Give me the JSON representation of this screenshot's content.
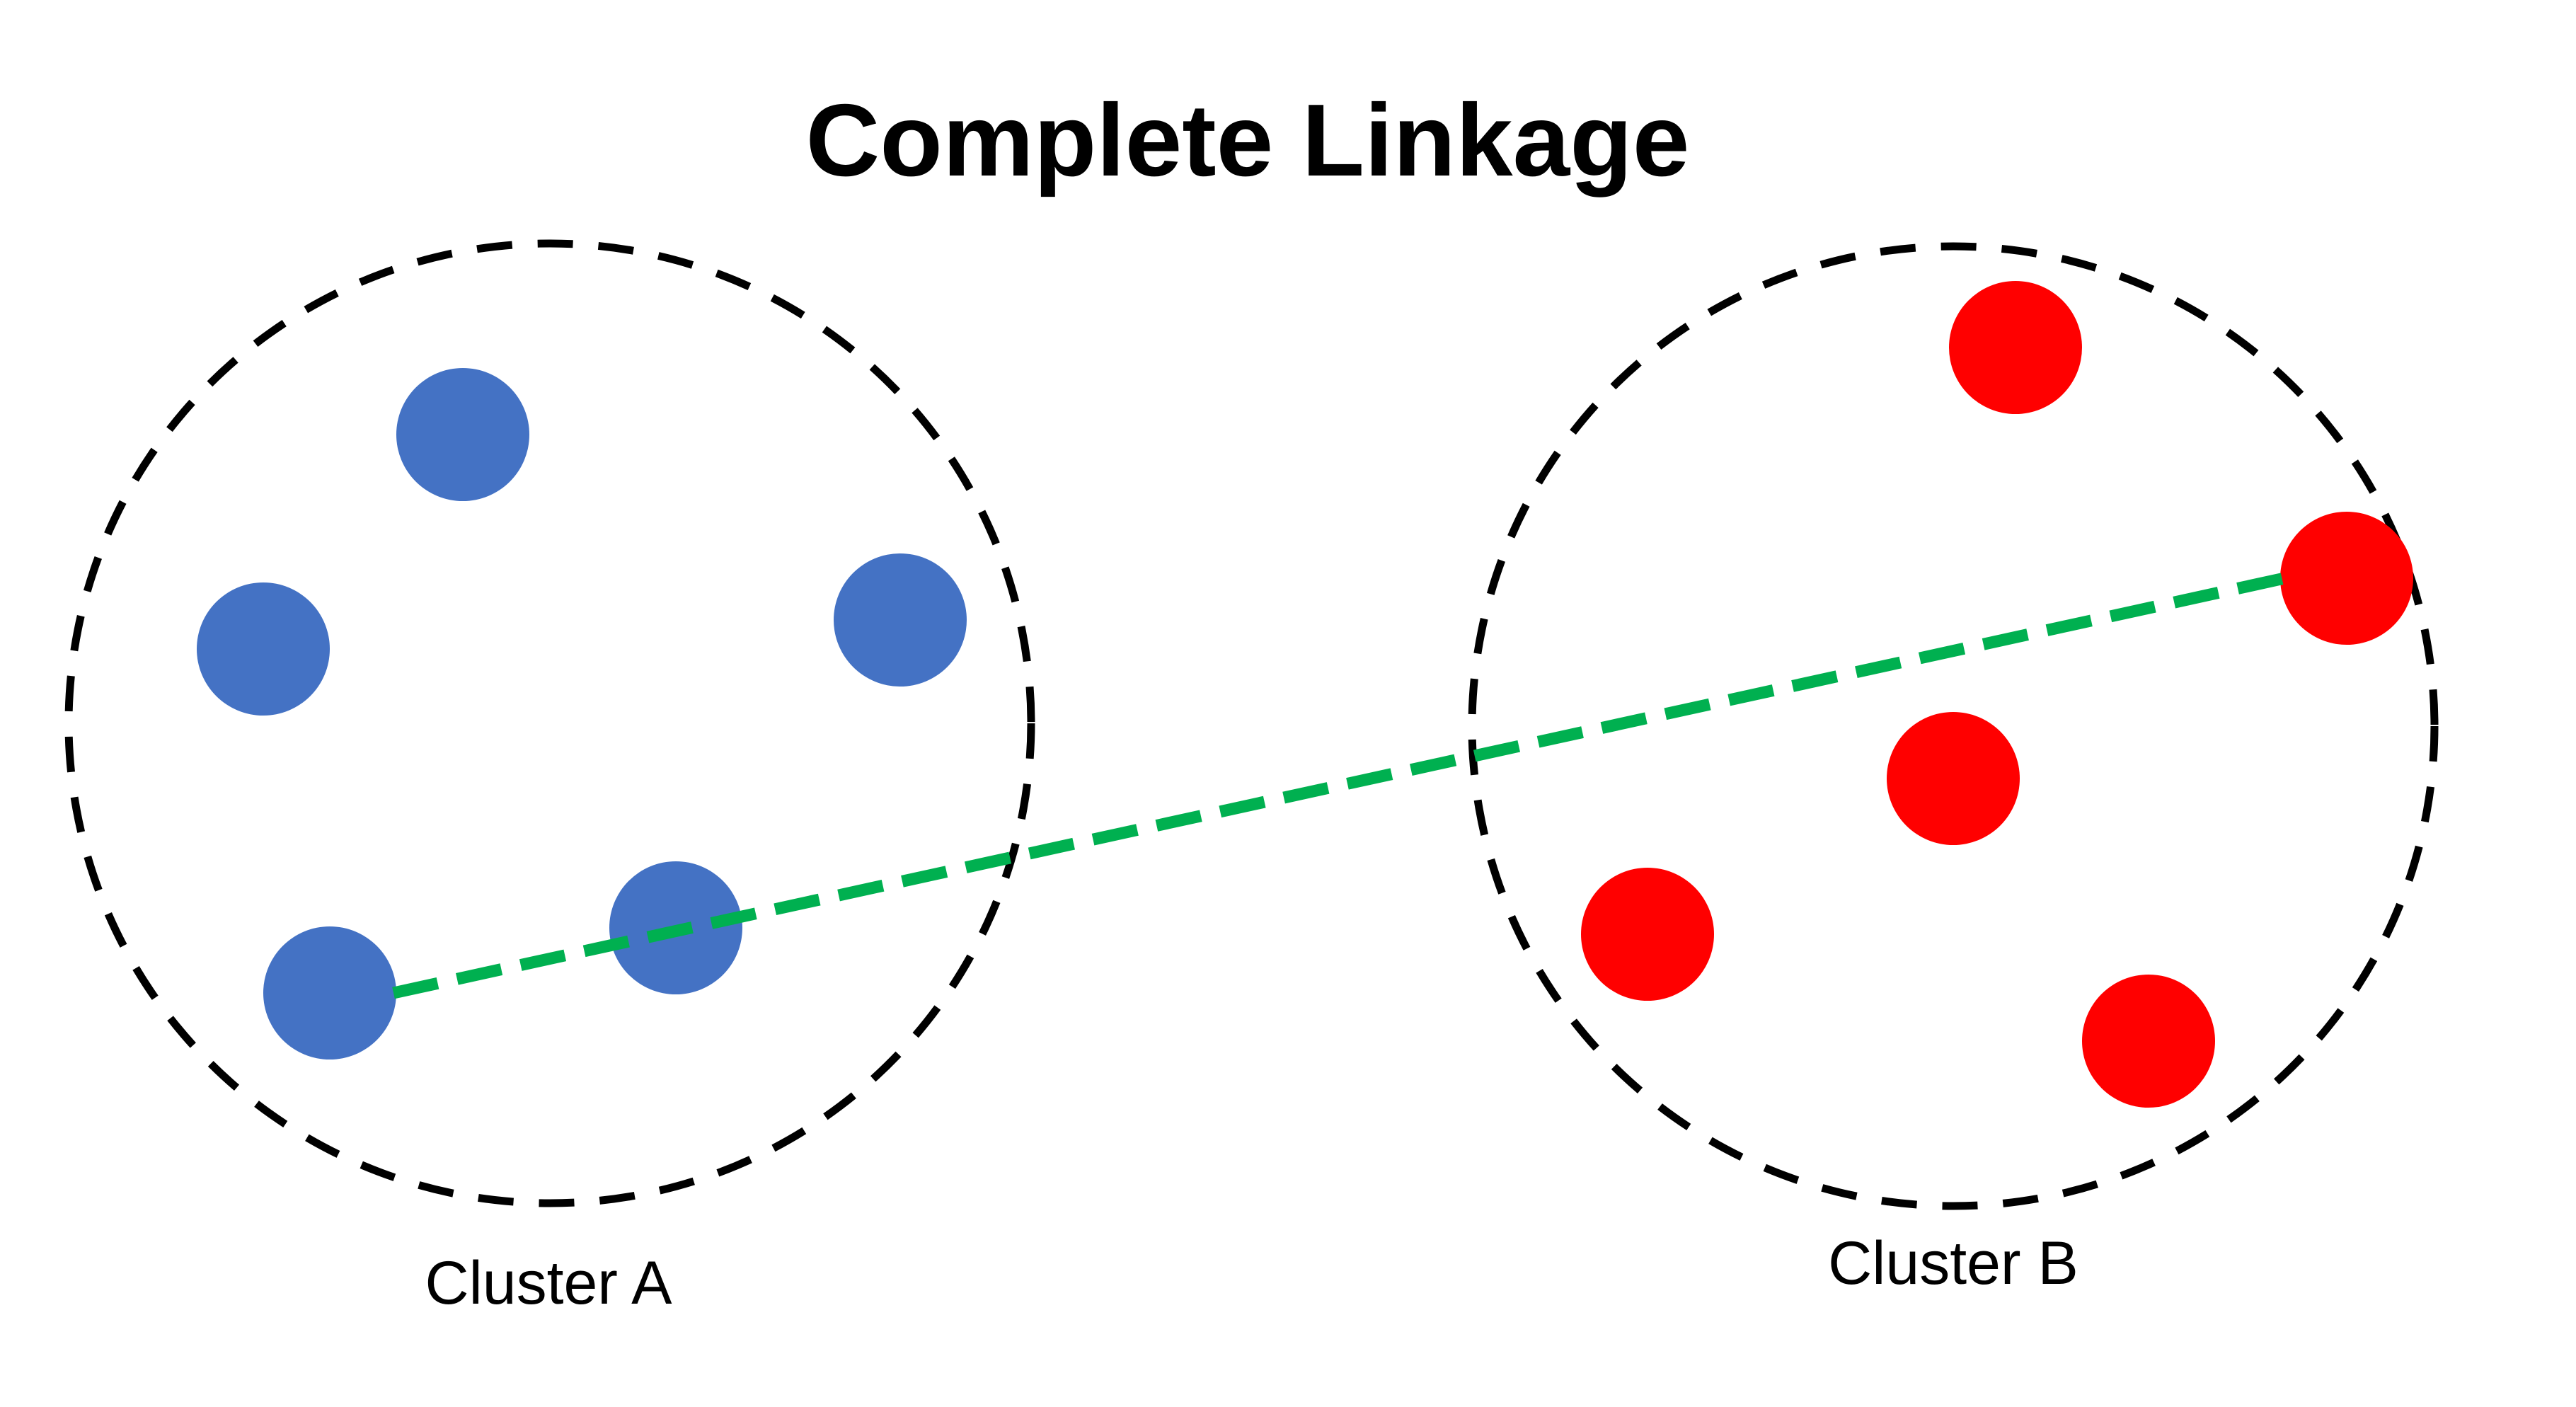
{
  "title": "Complete Linkage",
  "clusters": [
    {
      "label": "Cluster A",
      "point_color": "#4472C4",
      "point_count": 5
    },
    {
      "label": "Cluster B",
      "point_color": "#FF0000",
      "point_count": 5
    }
  ],
  "boundary_color": "#000000",
  "boundary_style": "dashed circle",
  "linkage": {
    "color": "#00B050",
    "style": "dashed line",
    "connects": "farthest pair of points between Cluster A and Cluster B"
  }
}
